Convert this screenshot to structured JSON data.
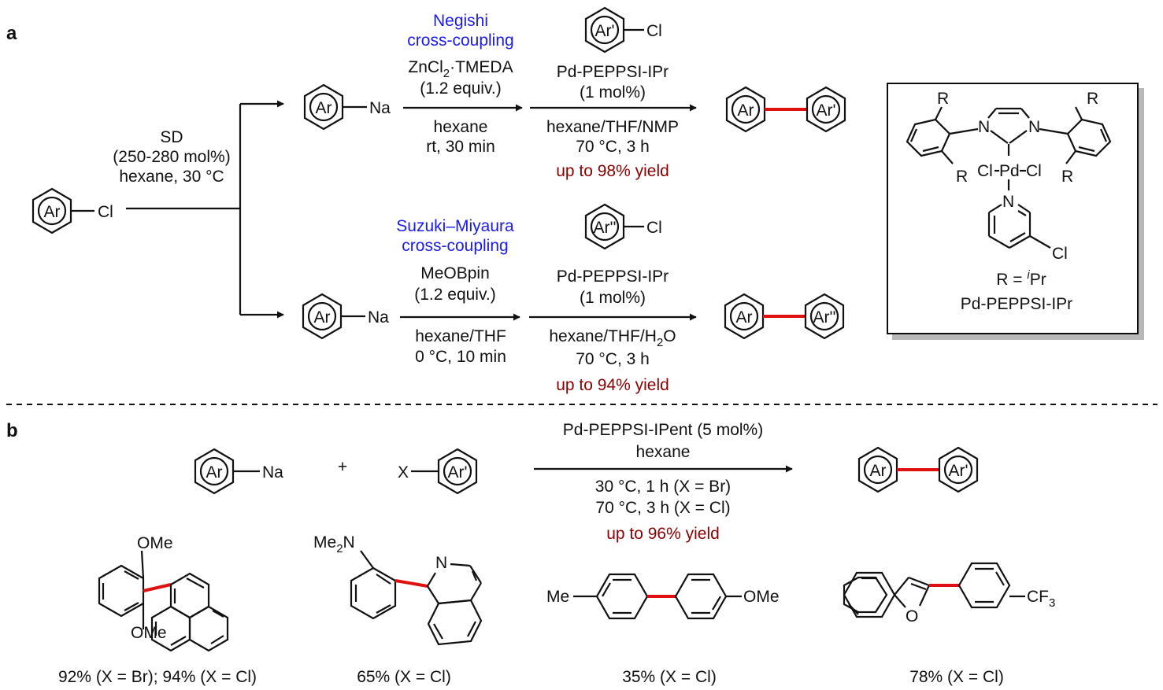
{
  "panel_a": {
    "label": "a",
    "start_ring": "Ar",
    "start_sub": "Cl",
    "sd_cond": [
      "SD",
      "(250-280 mol%)",
      "hexane, 30 °C"
    ],
    "top": {
      "na_ring": "Ar",
      "na_sub": "Na",
      "name": [
        "Negishi",
        "cross-coupling"
      ],
      "reagent_main": "ZnCl",
      "reagent_sub": "2",
      "reagent_rest": "·TMEDA",
      "equiv": "(1.2 equiv.)",
      "step1_cond": [
        "hexane",
        "rt, 30 min"
      ],
      "partner_ring": "Ar'",
      "partner_sub": "Cl",
      "catalyst": "Pd-PEPPSI-IPr",
      "loading": "(1 mol%)",
      "step2_cond": [
        "hexane/THF/NMP",
        "70 °C, 3 h"
      ],
      "yield": "up to 98% yield",
      "product_left": "Ar",
      "product_right": "Ar'"
    },
    "bottom": {
      "na_ring": "Ar",
      "na_sub": "Na",
      "name": [
        "Suzuki–Miyaura",
        "cross-coupling"
      ],
      "reagent": "MeOBpin",
      "equiv": "(1.2 equiv.)",
      "step1_cond": [
        "hexane/THF",
        "0 °C, 10 min"
      ],
      "partner_ring": "Ar''",
      "partner_sub": "Cl",
      "catalyst": "Pd-PEPPSI-IPr",
      "loading": "(1 mol%)",
      "solvent_main": "hexane/THF/H",
      "solvent_sub": "2",
      "solvent_rest": "O",
      "temp": "70 °C, 3 h",
      "yield": "up to 94% yield",
      "product_left": "Ar",
      "product_right": "Ar''"
    },
    "catalyst_box": {
      "r_label": "R",
      "n_label": "N",
      "cl_label": "Cl",
      "pd_label": "Pd",
      "r_def_prefix": "R = ",
      "r_def_super": "i",
      "r_def_rest": "Pr",
      "name": "Pd-PEPPSI-IPr"
    }
  },
  "panel_b": {
    "label": "b",
    "reactant1_ring": "Ar",
    "reactant1_sub": "Na",
    "plus": "+",
    "reactant2_x": "X",
    "reactant2_ring": "Ar'",
    "catalyst": "Pd-PEPPSI-IPent (5 mol%)",
    "solvent": "hexane",
    "cond1": "30 °C, 1 h (X = Br)",
    "cond2": "70 °C, 3 h (X = Cl)",
    "yield": "up to 96% yield",
    "product_left": "Ar",
    "product_right": "Ar'",
    "examples": [
      {
        "labels": [
          "OMe",
          "OMe"
        ],
        "yield": "92% (X = Br); 94% (X = Cl)"
      },
      {
        "labels": [
          "Me",
          "2",
          "N",
          "N"
        ],
        "yield": "65% (X = Cl)"
      },
      {
        "labels": [
          "Me",
          "OMe"
        ],
        "yield": "35% (X = Cl)"
      },
      {
        "labels": [
          "O",
          "CF",
          "3"
        ],
        "yield": "78% (X = Cl)"
      }
    ]
  },
  "colors": {
    "reaction_name": "#1a1aee",
    "yield": "#8b0000",
    "new_bond": "#e01010"
  }
}
